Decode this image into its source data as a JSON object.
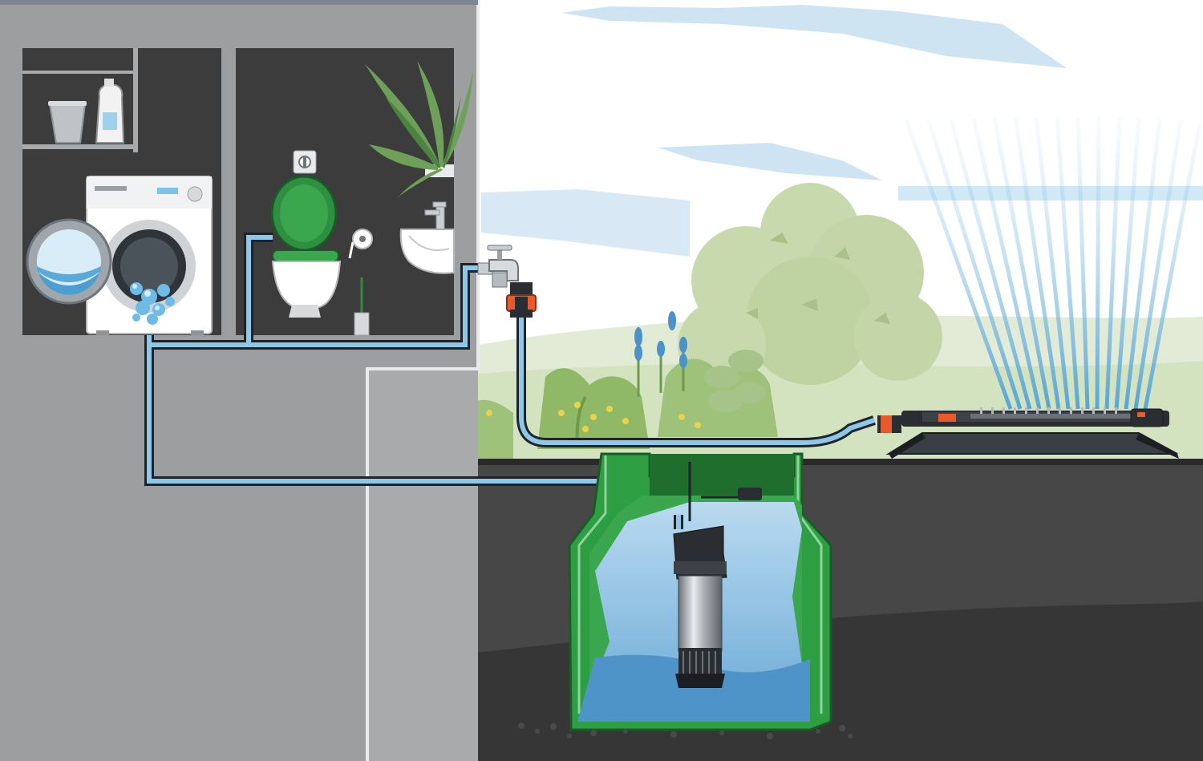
{
  "scene": {
    "subject": "rainwater-harvesting-system",
    "rooms": [
      "laundry",
      "bathroom"
    ],
    "appliances": [
      "washing-machine",
      "toilet",
      "wash-basin"
    ],
    "outdoor": [
      "garden-tap",
      "hose-connector",
      "oscillating-sprinkler"
    ],
    "underground": [
      "rainwater-tank",
      "submersible-pump"
    ],
    "washing_machine_display": "",
    "colors": {
      "wall": "#a9aaab",
      "room": "#3c3c3c",
      "pipe_outline": "#1d2329",
      "pipe_fill": "#8ec7e8",
      "tank_green": "#2e9e43",
      "tank_dark": "#1f7a33",
      "water": "#7db8de",
      "water_deep": "#4f94c8",
      "soil": "#3b3b3b",
      "grass": "#cfe0b2",
      "sky": "#ffffff",
      "cloud": "#cfe4f3",
      "sprinkler_orange": "#e85a2a",
      "sprinkler_body": "#2a2d31",
      "spray": "#5aa8dc"
    },
    "icons": [
      "washing-machine-icon",
      "detergent-bottle-icon",
      "laundry-basket-icon",
      "toilet-icon",
      "flush-button-icon",
      "toilet-paper-icon",
      "toilet-brush-icon",
      "sink-icon",
      "faucet-icon",
      "plant-icon",
      "tap-icon",
      "hose-connector-icon",
      "sprinkler-icon",
      "pump-icon",
      "tank-icon",
      "bush-icon",
      "flower-icon"
    ]
  }
}
